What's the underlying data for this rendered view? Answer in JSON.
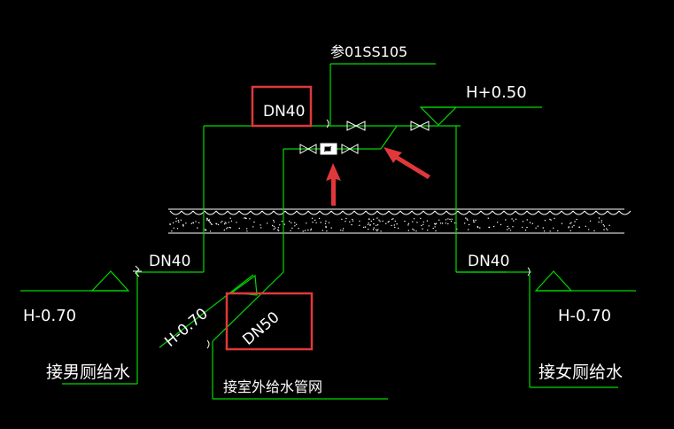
{
  "labels": {
    "reference": "参01SS105",
    "dn40_top": "DN40",
    "h_plus_050": "H+0.50",
    "dn40_left": "DN40",
    "dn40_right": "DN40",
    "h_minus_070_left": "H-0.70",
    "h_minus_070_diag": "H-0.70",
    "dn50": "DN50",
    "h_minus_070_right": "H-0.70",
    "men_toilet_supply": "接男厕给水",
    "outdoor_main": "接室外给水管网",
    "women_toilet_supply": "接女厕给水"
  },
  "colors": {
    "background": "#000000",
    "pipe": "#00d800",
    "text": "#ffffff",
    "highlight": "#e0383a",
    "soil": "#ffffff"
  }
}
